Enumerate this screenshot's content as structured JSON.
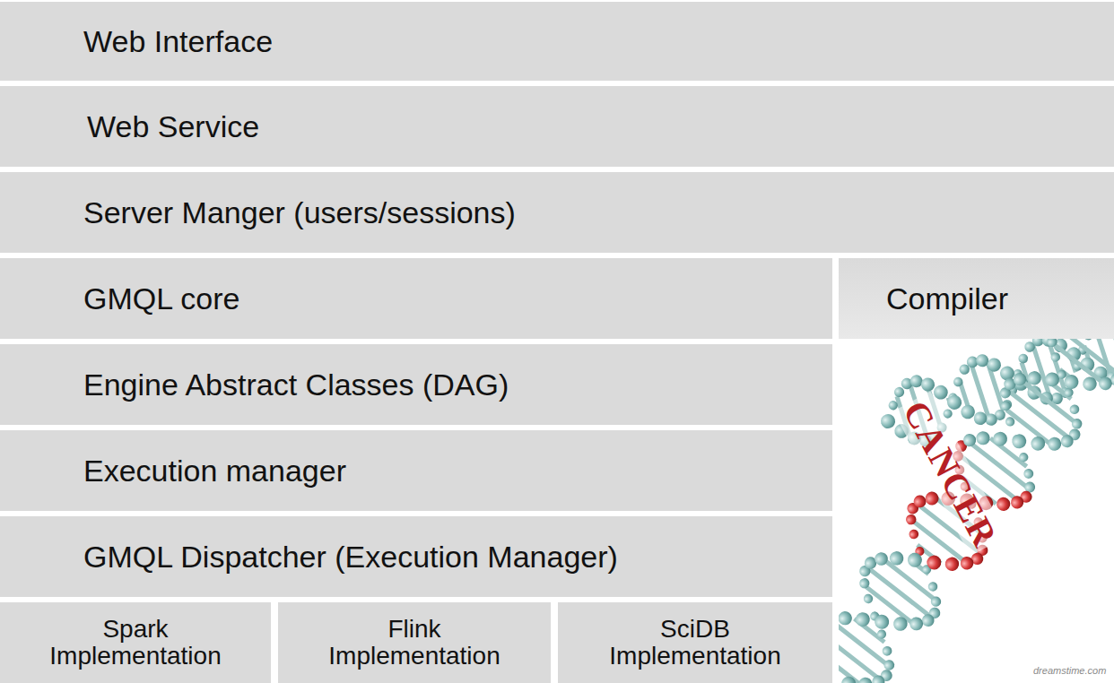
{
  "diagram": {
    "nodes": [
      {
        "text": [
          "Web Interface"
        ]
      },
      {
        "text": [
          "Web Service"
        ]
      },
      {
        "text": [
          "Server Manger (users/sessions)"
        ]
      },
      {
        "text": [
          "GMQL core"
        ]
      },
      {
        "text": [
          "Compiler"
        ]
      },
      {
        "text": [
          "Engine Abstract Classes (DAG)"
        ]
      },
      {
        "text": [
          "Execution manager"
        ]
      },
      {
        "text": [
          "GMQL Dispatcher (Execution Manager)"
        ]
      },
      {
        "text": [
          "Spark Implementation"
        ]
      },
      {
        "text": [
          "Flink Implementation"
        ]
      },
      {
        "text": [
          "SciDB Implementation"
        ]
      }
    ],
    "labels": [
      "CANCER",
      "dreamstime.com"
    ]
  }
}
